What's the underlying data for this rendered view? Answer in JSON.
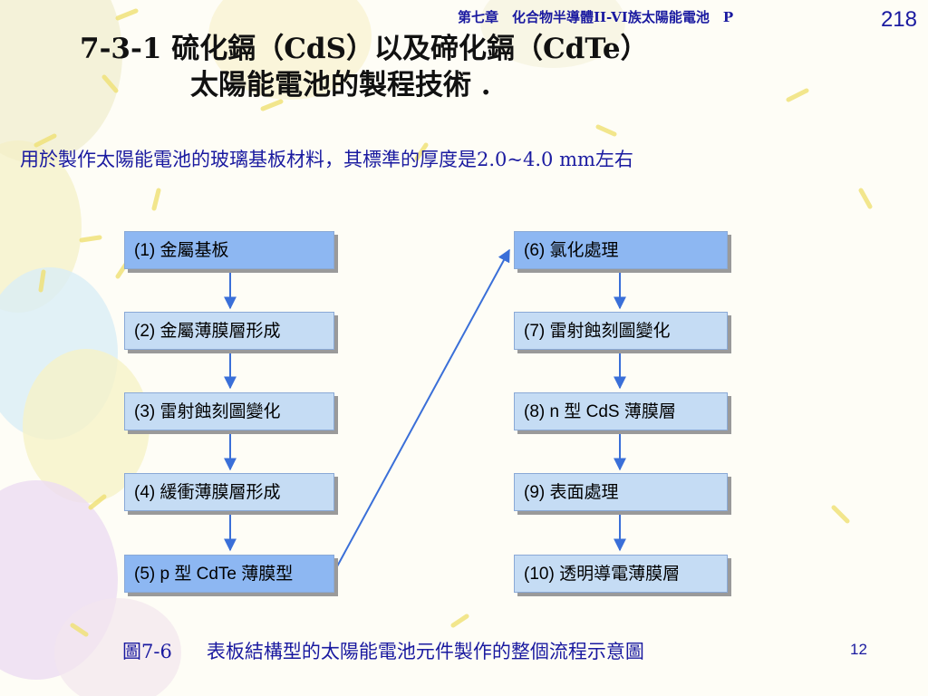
{
  "header": {
    "chapter": "第七章　化合物半導體II-VI族太陽能電池　P",
    "page": "218"
  },
  "title": {
    "line1": "7-3-1 硫化鎘（CdS）以及碲化鎘（CdTe）",
    "line2": "太陽能電池的製程技術 ."
  },
  "subtitle": "用於製作太陽能電池的玻璃基板材料，其標準的厚度是2.0~4.0 mm左右",
  "steps_left": [
    "(1) 金屬基板",
    "(2) 金屬薄膜層形成",
    "(3) 雷射蝕刻圖變化",
    "(4) 緩衝薄膜層形成",
    "(5) p 型 CdTe 薄膜型"
  ],
  "steps_right": [
    "(6) 氯化處理",
    "(7) 雷射蝕刻圖變化",
    "(8) n 型 CdS 薄膜層",
    "(9) 表面處理",
    "(10) 透明導電薄膜層"
  ],
  "caption": {
    "figure_no": "圖7-6",
    "text": "表板結構型的太陽能電池元件製作的整個流程示意圖"
  },
  "slide_number": "12",
  "colors": {
    "box_blue": "#8db7f2",
    "box_light": "#c5dcf4",
    "arrow": "#3a6fd8",
    "text_blue": "#1a1aa0"
  }
}
